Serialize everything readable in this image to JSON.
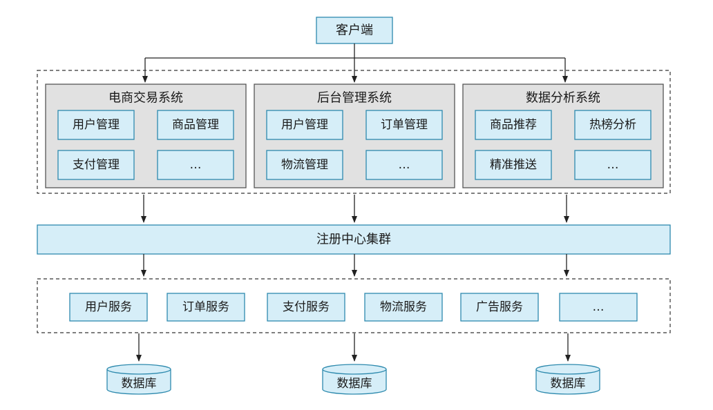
{
  "client": "客户端",
  "systems": [
    {
      "title": "电商交易系统",
      "items": [
        "用户管理",
        "商品管理",
        "支付管理",
        "…"
      ]
    },
    {
      "title": "后台管理系统",
      "items": [
        "用户管理",
        "订单管理",
        "物流管理",
        "…"
      ]
    },
    {
      "title": "数据分析系统",
      "items": [
        "商品推荐",
        "热榜分析",
        "精准推送",
        "…"
      ]
    }
  ],
  "registry": "注册中心集群",
  "services": [
    "用户服务",
    "订单服务",
    "支付服务",
    "物流服务",
    "广告服务",
    "…"
  ],
  "databases": [
    "数据库",
    "数据库",
    "数据库"
  ]
}
